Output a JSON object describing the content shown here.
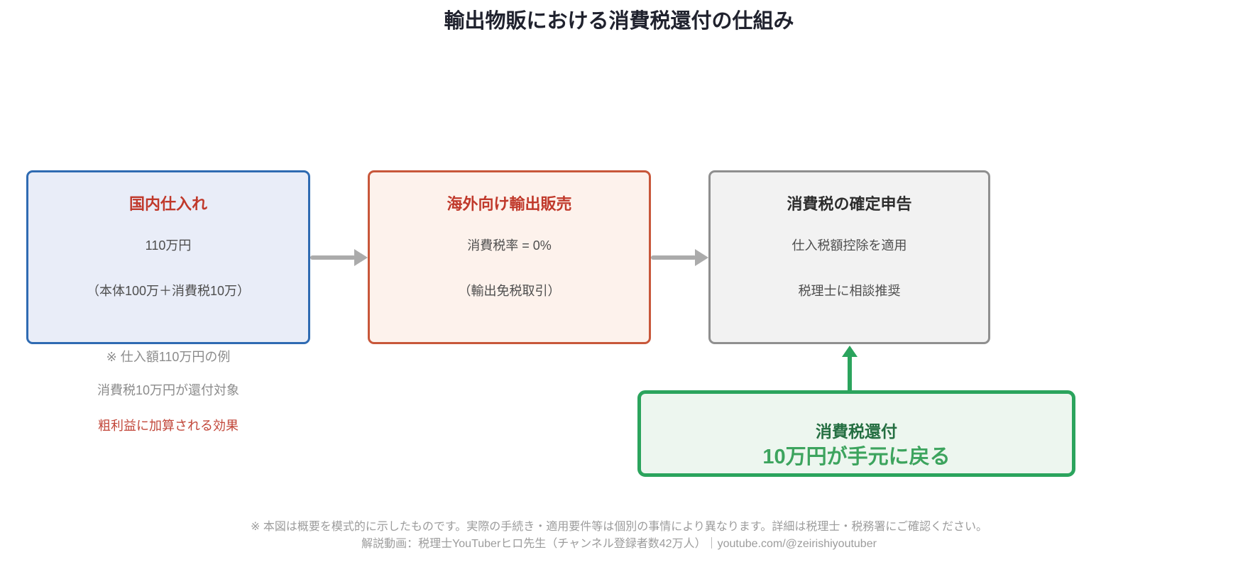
{
  "title": "輸出物販における消費税還付の仕組み",
  "flow_boxes": [
    {
      "id": "domestic-purchase",
      "title": "国内仕入れ",
      "lines": [
        "110万円",
        "（本体100万＋消費税10万）"
      ],
      "accent_color": "#2f6bb2",
      "fill_color": "#e9edf8",
      "title_color": "#c0392b"
    },
    {
      "id": "export-sales",
      "title": "海外向け輸出販売",
      "lines": [
        "消費税率 = 0%",
        "（輸出免税取引）"
      ],
      "accent_color": "#c8573a",
      "fill_color": "#fdf2ec",
      "title_color": "#c0392b"
    },
    {
      "id": "tax-return-filing",
      "title": "消費税の確定申告",
      "lines": [
        "仕入税額控除を適用",
        "税理士に相談推奨"
      ],
      "accent_color": "#8f8f8f",
      "fill_color": "#f2f2f2",
      "title_color": "#2d2d2d"
    }
  ],
  "notes": [
    "※ 仕入額110万円の例",
    "消費税10万円が還付対象",
    "粗利益に加算される効果"
  ],
  "refund_box": {
    "title": "消費税還付",
    "subtitle": "10万円が手元に戻る",
    "accent_color": "#2ba45d",
    "fill_color": "#edf6ef"
  },
  "arrow_color": "#ababab",
  "footer": {
    "line1": "※ 本図は概要を模式的に示したものです。実際の手続き・適用要件等は個別の事情により異なります。詳細は税理士・税務署にご確認ください。",
    "line2": "解説動画：税理士YouTuberヒロ先生（チャンネル登録者数42万人）｜youtube.com/@zeirishiyoutuber"
  }
}
